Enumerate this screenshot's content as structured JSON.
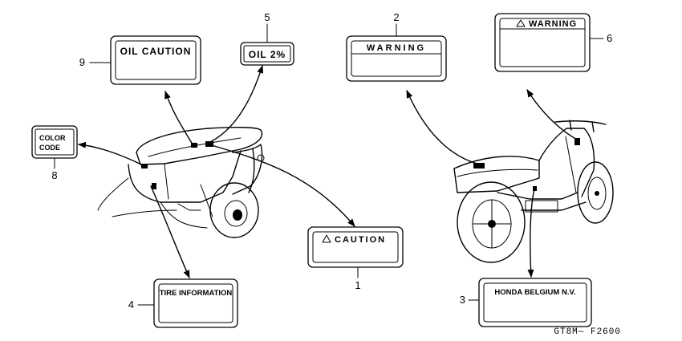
{
  "labels": {
    "caution": "CAUTION",
    "warning_front": "WARNING",
    "honda_belgium": "HONDA BELGIUM N.V.",
    "tire_information": "TIRE INFORMATION",
    "oil_two_percent": "OIL 2%",
    "warning_rear": "WARNING",
    "color_code_line1": "COLOR",
    "color_code_line2": "CODE",
    "oil_caution": "OIL CAUTION"
  },
  "callouts": {
    "caution": "1",
    "warning_front": "2",
    "honda_belgium": "3",
    "tire_information": "4",
    "oil_two_percent": "5",
    "warning_rear": "6",
    "color_code": "8",
    "oil_caution": "9"
  },
  "reference_code": "GT8M— F2600"
}
